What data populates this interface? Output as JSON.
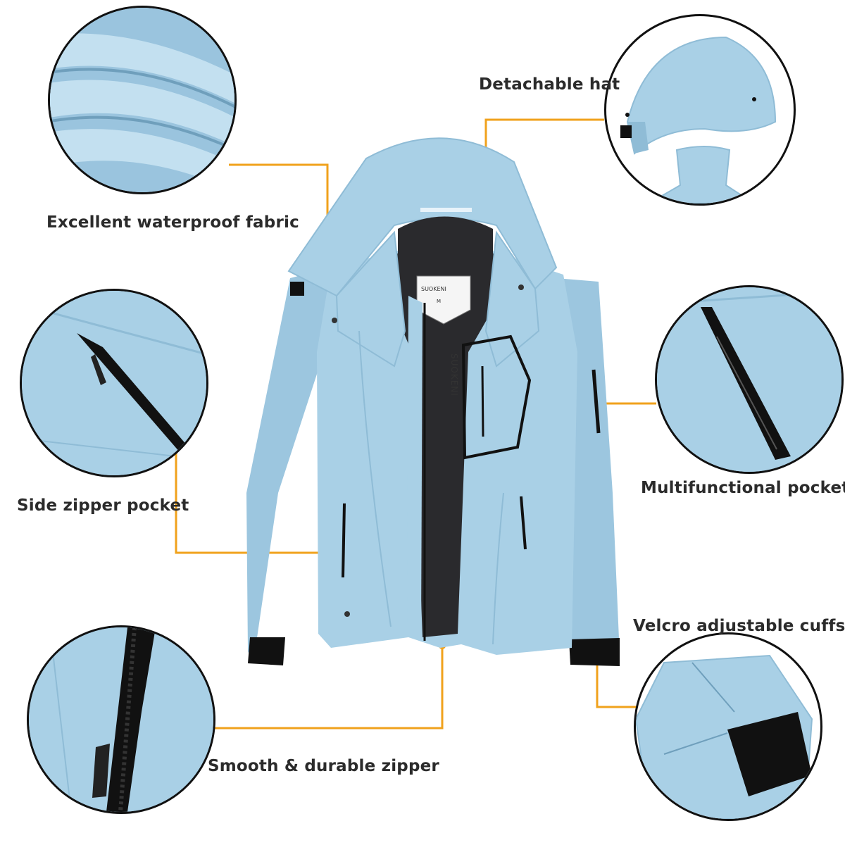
{
  "colors": {
    "jacket": "#a9d0e6",
    "jacket_shade": "#8fbcd6",
    "jacket_dark": "#6f9fbc",
    "lining": "#2a2a2d",
    "trim": "#111111",
    "callout_line": "#f0a21c",
    "text": "#2b2b2b"
  },
  "features": {
    "waterproof": "Excellent waterproof fabric",
    "hat": "Detachable hat",
    "side_pocket": "Side zipper pocket",
    "multi_pocket": "Multifunctional pocket",
    "cuffs": "Velcro adjustable cuffs",
    "zipper": "Smooth & durable zipper"
  },
  "brand": {
    "chest_text": "SUOKENI",
    "neck_label": "SUOKENI",
    "neck_size": "M"
  }
}
